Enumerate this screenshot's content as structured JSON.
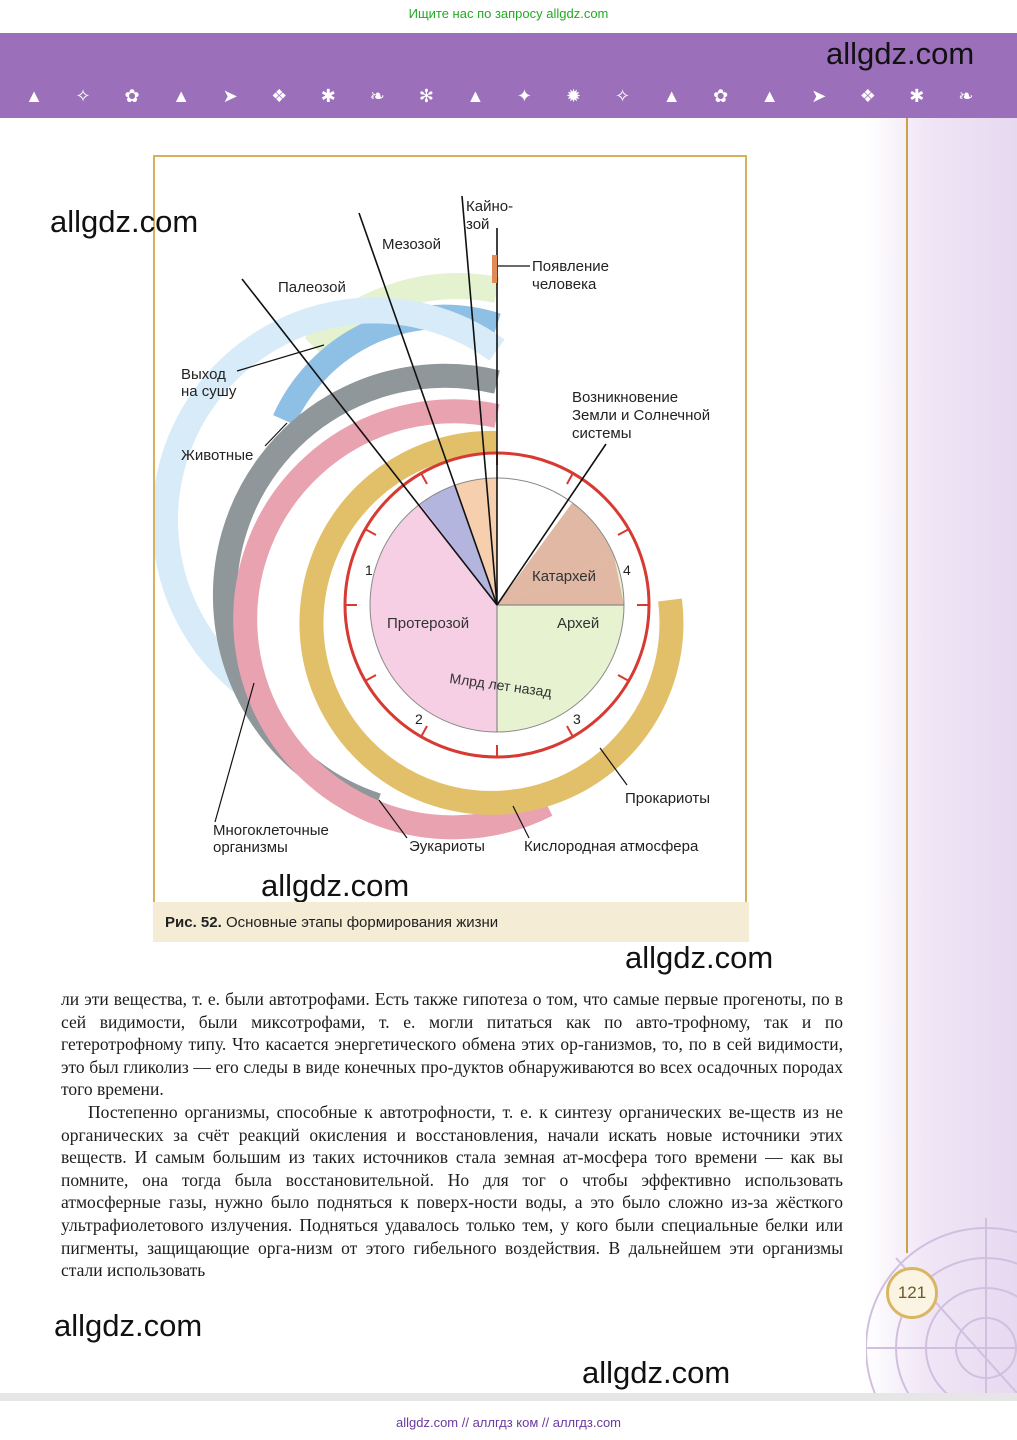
{
  "top_note": "Ищите нас по запросу allgdz.com",
  "footer": "allgdz.com  //  аллгдз ком  //  аллгдз.com",
  "watermark": "allgdz.com",
  "banner": {
    "color": "#9b6fba",
    "animal_icons": [
      "rhino-icon",
      "butterfly-icon",
      "scorpion-icon",
      "horse-icon",
      "pterosaur-icon",
      "fish-icon",
      "ant-icon",
      "seahorse-icon",
      "insect-icon",
      "boar-icon",
      "monkey-icon",
      "rabbit-icon",
      "butterfly-icon",
      "rhino-icon",
      "scorpion-icon",
      "horse-icon",
      "pterosaur-icon",
      "fish-icon",
      "ant-icon",
      "seahorse-icon"
    ]
  },
  "figure": {
    "labels": {
      "cenozoic": [
        "Кайно-",
        "зой"
      ],
      "mesozoic": "Мезозой",
      "paleozoic": "Палеозой",
      "human": [
        "Появление",
        "человека"
      ],
      "land": [
        "Выход",
        "на сушу"
      ],
      "animals": "Животные",
      "earth_origin": [
        "Возникновение",
        "Земли и Солнечной",
        "системы"
      ],
      "katarchean": "Катархей",
      "proterozoic": "Протерозой",
      "archean": "Архей",
      "center": "Млрд лет назад",
      "multicellular": [
        "Многоклеточные",
        "организмы"
      ],
      "eukaryotes": "Эукариоты",
      "oxygen": "Кислородная атмосфера",
      "prokaryotes": "Прокариоты"
    },
    "dial_numbers": [
      "1",
      "2",
      "3",
      "4"
    ],
    "colors": {
      "light_green_arc": "#e4f2cf",
      "blue_arc": "#8ec0e6",
      "light_blue_arc": "#d7ebf8",
      "grey_arc": "#8f979a",
      "pink_arc": "#e9a2b0",
      "gold_arc": "#e2c06a",
      "red_ring": "#d63a32",
      "proterozoic": "#f6cfe4",
      "archean": "#e6f2d0",
      "katarchean": "#e0b8a4",
      "paleozoic_sector": "#b3b5df",
      "mesozoic_sector": "#f6cfae"
    }
  },
  "caption": {
    "number": "Рис. 52.",
    "text": "Основные этапы формирования жизни"
  },
  "paragraphs": [
    "ли эти вещества, т. е. были автотрофами. Есть также гипотеза о том, что самые первые прогеноты, по в сей видимости, были миксотрофами, т. е. могли питаться как по авто-трофному, так и по гетеротрофному типу. Что касается энергетического обмена этих ор-ганизмов, то, по в сей видимости, это был гликолиз — его следы в виде конечных про-дуктов обнаруживаются во всех осадочных породах того времени.",
    "Постепенно организмы, способные к автотрофности, т. е. к синтезу органических ве-ществ из не органических за счёт реакций окисления и восстановления, начали искать новые источники этих веществ. И самым большим из таких источников стала земная ат-мосфера того времени — как вы помните, она тогда была восстановительной. Но для тог о чтобы эффективно использовать атмосферные газы, нужно было подняться к поверх-ности воды, а это было сложно из-за жёсткого ультрафиолетового излучения. Подняться удавалось только тем, у кого были специальные белки или пигменты, защищающие орга-низм от этого гибельного воздействия. В дальнейшем эти организмы стали использовать"
  ],
  "page_number": "121"
}
